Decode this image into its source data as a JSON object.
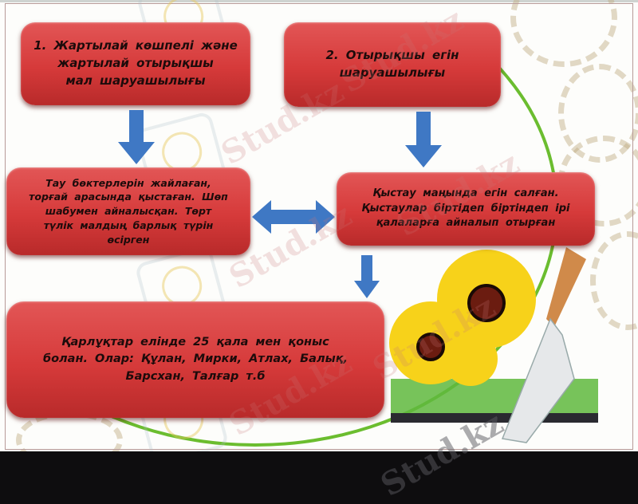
{
  "slide": {
    "boxes": [
      {
        "id": "box1",
        "text": "1. Жартылай көшпелі және\nжартылай отырықшы\nмал шаруашылығы"
      },
      {
        "id": "box2",
        "text": "2. Отырықшы егін\nшаруашылығы"
      },
      {
        "id": "box3",
        "text": "Тау бөктерлерін жайлаған,\nторғай арасында қыстаған. Шөп\nшабумен айналысқан. Төрт\nтүлік малдың барлық түрін\nөсірген"
      },
      {
        "id": "box4",
        "text": "Қыстау маңында егін салған.\nҚыстаулар біртідеп біртіндеп ірі\nқалаларға айналып отырған"
      },
      {
        "id": "box5",
        "text": "Қарлұқтар елінде 25 қала мен қоныс\nболан. Олар: Құлан, Мирки, Атлах, Балық,\nБарсхан, Талғар т.б"
      }
    ],
    "arrows": [
      {
        "name": "arrow-down-box1-to-box3",
        "direction": "down"
      },
      {
        "name": "arrow-down-box2-to-box4",
        "direction": "down"
      },
      {
        "name": "arrow-double-box3-box4",
        "direction": "left-right"
      },
      {
        "name": "arrow-down-box4-to-box5",
        "direction": "down"
      }
    ],
    "colors": {
      "box_fill": "#d63a3a",
      "box_text": "#1d0b0b",
      "arrow": "#3f78c4",
      "green_arc": "#6bbd2f",
      "bottom_bar": "#0e0d0f"
    },
    "watermark": "Stud.kz",
    "illustration": "sunflowers-and-trowel"
  }
}
